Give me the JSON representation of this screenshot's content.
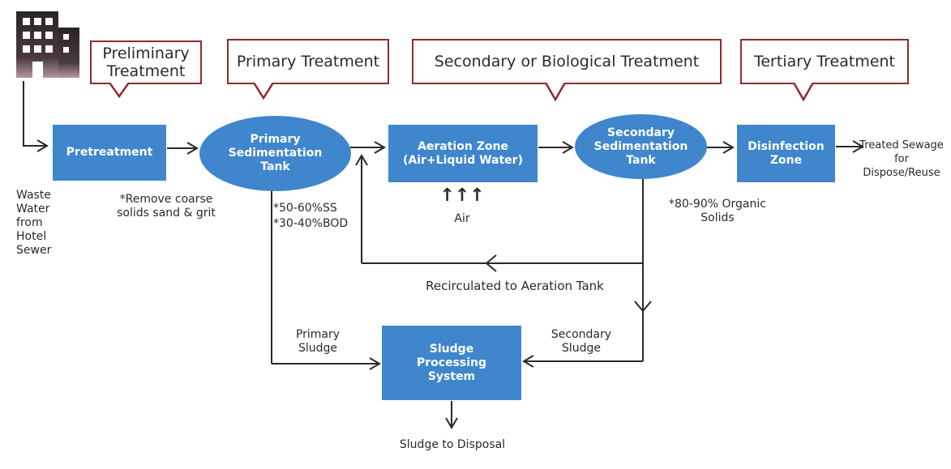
{
  "callouts": {
    "preliminary": "Preliminary Treatment",
    "primary": "Primary Treatment",
    "secondary": "Secondary or Biological Treatment",
    "tertiary": "Tertiary Treatment"
  },
  "nodes": {
    "pretreatment": "Pretreatment",
    "primary_sedimentation": "Primary Sedimentation Tank",
    "aeration_zone_line1": "Aeration Zone",
    "aeration_zone_line2": "(Air+Liquid Water)",
    "secondary_sedimentation": "Secondary Sedimentation Tank",
    "disinfection": "Disinfection Zone",
    "sludge_processing": "Sludge Processing System"
  },
  "labels": {
    "waste_water": "Waste Water from Hotel Sewer",
    "remove_solids": "*Remove coarse solids sand & grit",
    "primary_removal_line1": "*50-60%SS",
    "primary_removal_line2": "*30-40%BOD",
    "air_arrows": "↑↑↑",
    "air": "Air",
    "organic_solids": "*80-90% Organic Solids",
    "treated_sewage": "Treated Sewage for Dispose/Reuse",
    "recirculated": "Recirculated to Aeration Tank",
    "primary_sludge": "Primary Sludge",
    "secondary_sludge": "Secondary Sludge",
    "sludge_disposal": "Sludge to Disposal"
  },
  "colors": {
    "node_fill": "#3f86cc",
    "callout_border": "#8f2a2f",
    "building": "#3a3034"
  }
}
